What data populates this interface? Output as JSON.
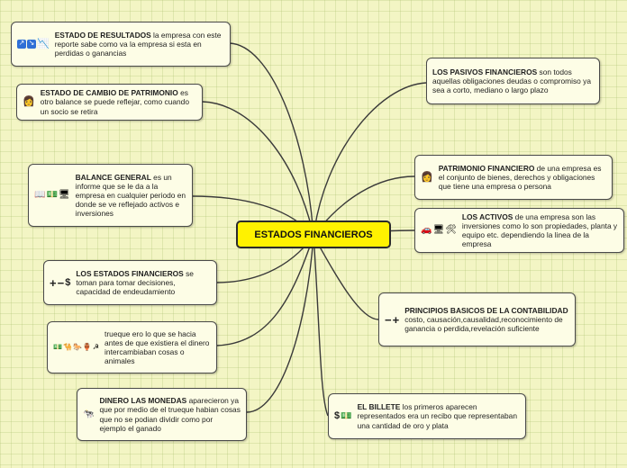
{
  "central_topic": "ESTADOS FINANCIEROS",
  "nodes": [
    {
      "id": "estado-resultados",
      "title": "ESTADO DE RESULTADOS",
      "body": " la empresa con este reporte sabe como va la empresa si esta en perdidas o ganancias",
      "icons": [
        "arrow-up-icon",
        "arrow-down-icon",
        "trend-chart-icon"
      ]
    },
    {
      "id": "cambio-patrimonio",
      "title": "ESTADO DE CAMBIO DE PATRIMONIO",
      "body": " es otro balance se  puede reflejar, como cuando un socio se retira",
      "icons": [
        "person-icon"
      ]
    },
    {
      "id": "balance-general",
      "title": "BALANCE GENERAL",
      "body": " es un informe que se le da a la empresa en cualquier periodo en donde se ve reflejado activos e inversiones",
      "icons": [
        "book-icon",
        "money-icon",
        "computer-icon"
      ]
    },
    {
      "id": "los-estados",
      "title": "LOS ESTADOS FINANCIEROS",
      "body": " se toman para tomar decisiones, capacidad de endeudamiento",
      "icons": [
        "plus-icon",
        "minus-icon",
        "dollar-icon"
      ]
    },
    {
      "id": "trueque",
      "title": "",
      "body": "trueque ero lo que se hacia antes de que existiera el dinero intercambiaban cosas o animales",
      "icons": [
        "money-icon",
        "camel-icon",
        "horse-icon",
        "vase-icon",
        "sickle-icon"
      ]
    },
    {
      "id": "dinero-monedas",
      "title": "DINERO  LAS MONEDAS",
      "body": " aparecieron ya que por medio de el trueque habian cosas que no se podian dividir como por ejemplo el ganado",
      "icons": [
        "cow-icon"
      ]
    },
    {
      "id": "pasivos",
      "title": "LOS PASIVOS FINANCIEROS",
      "body": " son todos aquellas obligaciones deudas o compromiso ya sea a corto, mediano o largo plazo",
      "icons": []
    },
    {
      "id": "patrimonio-financiero",
      "title": "PATRIMONIO FINANCIERO",
      "body": " de una empresa es el conjunto de bienes, derechos y obligaciones que tiene una empresa o persona",
      "icons": [
        "person-icon"
      ]
    },
    {
      "id": "activos",
      "title": "LOS ACTIVOS",
      "body": " de una empresa son las inversiones como lo son propiedades, planta y equipo etc. dependiendo la linea de la empresa",
      "icons": [
        "car-icon",
        "computer-icon",
        "tools-icon"
      ]
    },
    {
      "id": "principios",
      "title": "PRINCIPIOS BASICOS DE LA CONTABILIDAD",
      "body": " costo, causación,causalidad,reconocimiento de ganancia o perdida,revelación suficiente",
      "icons": [
        "minus-icon",
        "plus-icon"
      ]
    },
    {
      "id": "billete",
      "title": "EL BILLETE",
      "body": " los primeros aparecen representados era un recibo que representaban una cantidad de oro y plata",
      "icons": [
        "dollar-icon",
        "money-icon"
      ]
    }
  ]
}
